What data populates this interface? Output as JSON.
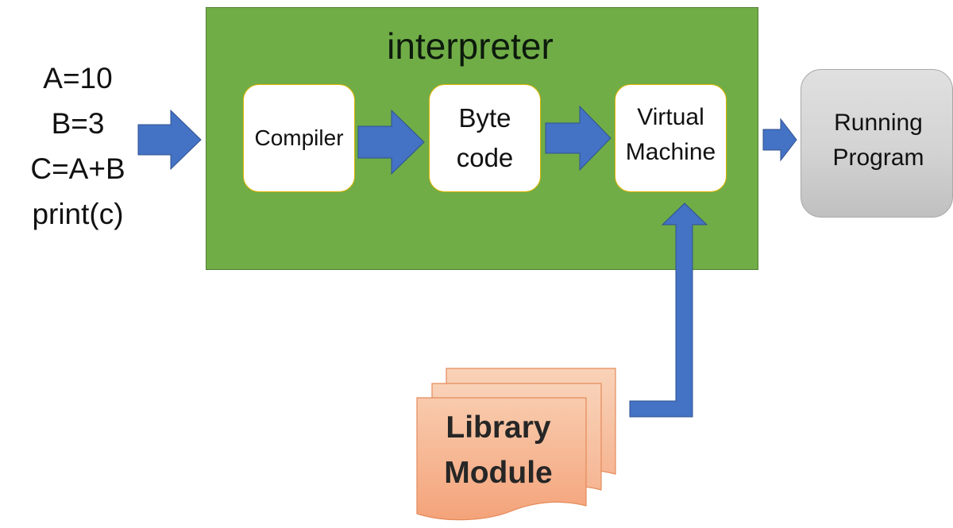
{
  "source_code": {
    "lines": [
      "A=10",
      "B=3",
      "C=A+B",
      "print(c)"
    ]
  },
  "interpreter": {
    "title": "interpreter",
    "stages": {
      "compiler": "Compiler",
      "bytecode": [
        "Byte",
        "code"
      ],
      "virtual_machine": [
        "Virtual",
        "Machine"
      ]
    }
  },
  "output": {
    "running_program": [
      "Running",
      "Program"
    ]
  },
  "library": {
    "label": [
      "Library",
      "Module"
    ]
  },
  "colors": {
    "interpreter_fill": "#70ad47",
    "arrow_fill": "#4472c4",
    "stage_border": "#e2b400",
    "library_fill": "#f4b183",
    "running_fill": "#d3d3d3"
  }
}
